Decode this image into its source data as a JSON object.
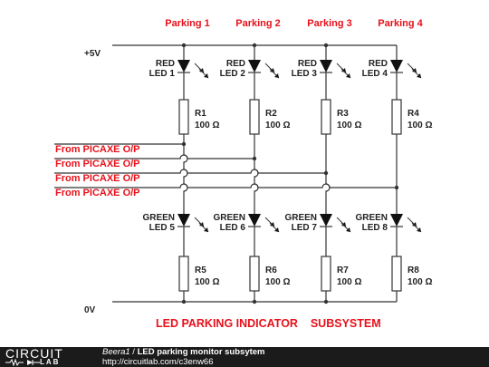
{
  "diagram": {
    "columns": [
      {
        "header": "Parking 1",
        "top_led": "RED\nLED 1",
        "resistor_top": "R1\n100 Ω",
        "bottom_led": "GREEN\nLED 5",
        "resistor_bottom": "R5\n100 Ω"
      },
      {
        "header": "Parking 2",
        "top_led": "RED\nLED 2",
        "resistor_top": "R2\n100 Ω",
        "bottom_led": "GREEN\nLED 6",
        "resistor_bottom": "R6\n100 Ω"
      },
      {
        "header": "Parking 3",
        "top_led": "RED\nLED 3",
        "resistor_top": "R3\n100 Ω",
        "bottom_led": "GREEN\nLED 7",
        "resistor_bottom": "R7\n100 Ω"
      },
      {
        "header": "Parking 4",
        "top_led": "RED\nLED 4",
        "resistor_top": "R4\n100 Ω",
        "bottom_led": "GREEN\nLED 8",
        "resistor_bottom": "R8\n100 Ω"
      }
    ],
    "supply_label": "+5V",
    "ground_label": "0V",
    "inputs": [
      "From PICAXE O/P",
      "From PICAXE O/P",
      "From PICAXE O/P",
      "From PICAXE O/P"
    ],
    "title": "LED PARKING INDICATOR    SUBSYSTEM"
  },
  "footer": {
    "logo_top": "CIRCUIT",
    "logo_bottom": "LAB",
    "author": "Beera1",
    "separator": " / ",
    "title": "LED parking monitor subsytem",
    "url": "http://circuitlab.com/c3enw66"
  },
  "colors": {
    "label_red": "#e8101a",
    "wire": "#333333",
    "footer_bg": "#1b1b1b"
  }
}
